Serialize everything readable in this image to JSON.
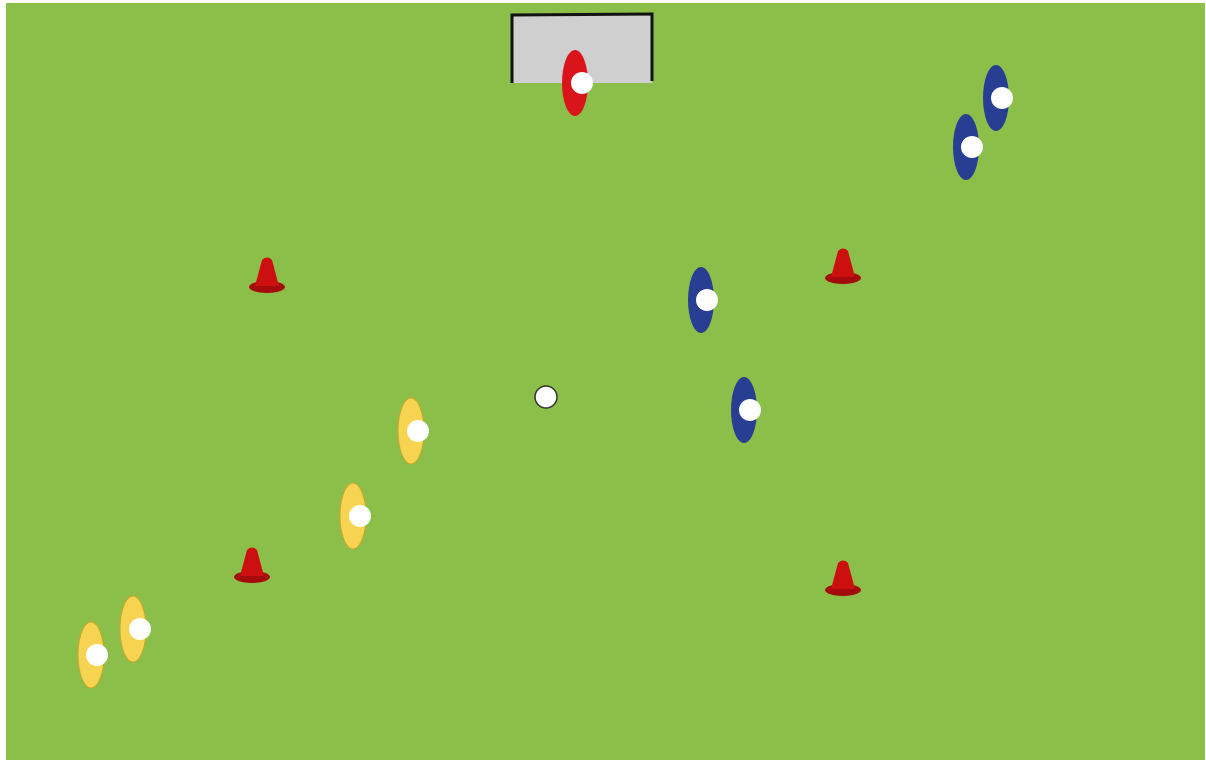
{
  "colors": {
    "pitch": "#8cbf49",
    "goal_fill": "#cfcfcf",
    "goal_frame": "#111111",
    "team_blue": "#283e92",
    "team_yellow": "#f6d452",
    "keeper_red": "#d9141b",
    "cone_red": "#cc0f0f",
    "player_head": "#ffffff",
    "ball": "#ffffff"
  },
  "players": [
    {
      "team": "keeper",
      "color": "keeper_red"
    },
    {
      "team": "blue",
      "color": "team_blue"
    },
    {
      "team": "blue",
      "color": "team_blue"
    },
    {
      "team": "blue",
      "color": "team_blue"
    },
    {
      "team": "blue",
      "color": "team_blue"
    },
    {
      "team": "yellow",
      "color": "team_yellow"
    },
    {
      "team": "yellow",
      "color": "team_yellow"
    },
    {
      "team": "yellow",
      "color": "team_yellow"
    },
    {
      "team": "yellow",
      "color": "team_yellow"
    }
  ],
  "cones": [
    {
      "color": "cone_red"
    },
    {
      "color": "cone_red"
    },
    {
      "color": "cone_red"
    },
    {
      "color": "cone_red"
    }
  ],
  "ball": {
    "color": "ball"
  }
}
